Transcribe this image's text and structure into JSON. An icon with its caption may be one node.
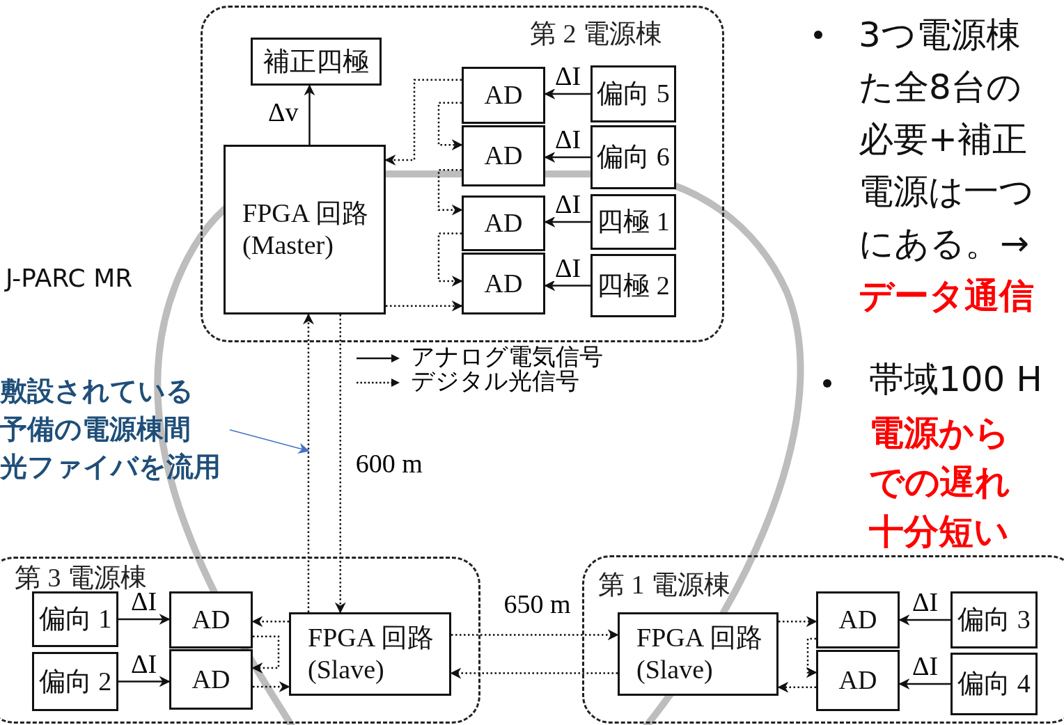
{
  "diagram": {
    "nodes": [
      {
        "text": [
          "第 2 電源棟"
        ]
      },
      {
        "text": [
          "補正四極"
        ],
        "in": 0
      },
      {
        "text": [
          "FPGA 回路 (Master)"
        ],
        "in": 0
      },
      {
        "text": [
          "AD"
        ],
        "in": 0
      },
      {
        "text": [
          "偏向 5"
        ],
        "in": 0
      },
      {
        "text": [
          "AD"
        ],
        "in": 0
      },
      {
        "text": [
          "偏向 6"
        ],
        "in": 0
      },
      {
        "text": [
          "AD"
        ],
        "in": 0
      },
      {
        "text": [
          "四極 1"
        ],
        "in": 0
      },
      {
        "text": [
          "AD"
        ],
        "in": 0
      },
      {
        "text": [
          "四極 2"
        ],
        "in": 0
      },
      {
        "text": [
          "第 3 電源棟"
        ]
      },
      {
        "text": [
          "偏向 1"
        ],
        "in": 11
      },
      {
        "text": [
          "偏向 2"
        ],
        "in": 11
      },
      {
        "text": [
          "AD"
        ],
        "in": 11
      },
      {
        "text": [
          "AD"
        ],
        "in": 11
      },
      {
        "text": [
          "FPGA 回路 (Slave)"
        ],
        "in": 11
      },
      {
        "text": [
          "第 1 電源棟"
        ]
      },
      {
        "text": [
          "FPGA 回路 (Slave)"
        ],
        "in": 17
      },
      {
        "text": [
          "AD"
        ],
        "in": 17
      },
      {
        "text": [
          "偏向 3"
        ],
        "in": 17
      },
      {
        "text": [
          "AD"
        ],
        "in": 17
      },
      {
        "text": [
          "偏向 4"
        ],
        "in": 17
      },
      {
        "text": [
          "敷設されている予備の電源棟間光ファイバを流用"
        ]
      }
    ],
    "edges": [
      {
        "from": 2,
        "to": 1,
        "arrow": "to",
        "label": "Δv"
      },
      {
        "from": 4,
        "to": 3,
        "arrow": "to",
        "label": "ΔI"
      },
      {
        "from": 6,
        "to": 5,
        "arrow": "to",
        "label": "ΔI"
      },
      {
        "from": 8,
        "to": 7,
        "arrow": "to",
        "label": "ΔI"
      },
      {
        "from": 10,
        "to": 9,
        "arrow": "to",
        "label": "ΔI"
      },
      {
        "from": 3,
        "to": 2,
        "arrow": "to",
        "style": "dashed"
      },
      {
        "from": 3,
        "to": 5,
        "arrow": "to",
        "style": "dashed"
      },
      {
        "from": 5,
        "to": 7,
        "arrow": "to",
        "style": "dashed"
      },
      {
        "from": 7,
        "to": 9,
        "arrow": "to",
        "style": "dashed"
      },
      {
        "from": 2,
        "to": 9,
        "arrow": "to",
        "style": "dashed"
      },
      {
        "from": 16,
        "to": 2,
        "arrow": "to",
        "style": "dashed"
      },
      {
        "from": 2,
        "to": 16,
        "arrow": "to",
        "style": "dashed",
        "label": "600 m"
      },
      {
        "from": 12,
        "to": 14,
        "arrow": "to",
        "label": "ΔI"
      },
      {
        "from": 13,
        "to": 15,
        "arrow": "to",
        "label": "ΔI"
      },
      {
        "from": 16,
        "to": 14,
        "arrow": "to",
        "style": "dashed"
      },
      {
        "from": 14,
        "to": 15,
        "arrow": "to",
        "style": "dashed"
      },
      {
        "from": 15,
        "to": 16,
        "arrow": "to",
        "style": "dashed"
      },
      {
        "from": 16,
        "to": 18,
        "arrow": "to",
        "style": "dashed",
        "label": "650 m"
      },
      {
        "from": 18,
        "to": 16,
        "arrow": "to",
        "style": "dashed"
      },
      {
        "from": 18,
        "to": 19,
        "arrow": "to",
        "style": "dashed"
      },
      {
        "from": 19,
        "to": 21,
        "arrow": "to",
        "style": "dashed"
      },
      {
        "from": 21,
        "to": 18,
        "arrow": "to",
        "style": "dashed"
      },
      {
        "from": 20,
        "to": 19,
        "arrow": "to",
        "label": "ΔI"
      },
      {
        "from": 22,
        "to": 21,
        "arrow": "to",
        "label": "ΔI"
      },
      {
        "from": 23,
        "to": null,
        "arrow": "to",
        "color": "#4472c4"
      }
    ],
    "labels": [
      "J-PARC MR",
      "3つ電源棟",
      "た全8台の",
      "必要+補正",
      "電源は一つ",
      "にある。→",
      "データ通信",
      "帯域100 H",
      "電源から",
      "での遅れ",
      "十分短い"
    ],
    "legend": [
      {
        "text": "アナログ電気信号"
      },
      {
        "text": "デジタル光信号"
      }
    ]
  }
}
